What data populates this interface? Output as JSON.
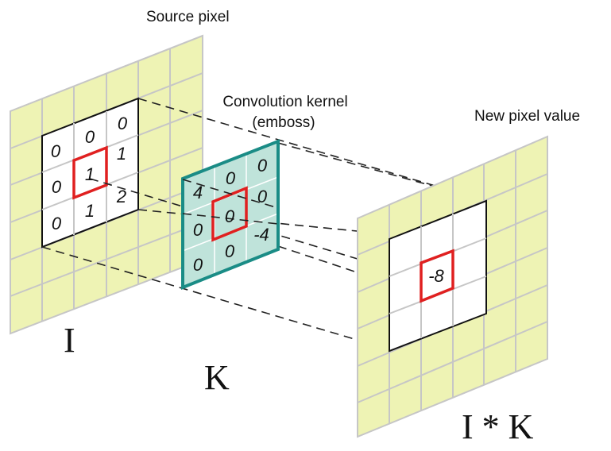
{
  "labels": {
    "source": "Source pixel",
    "kernel_line1": "Convolution kernel",
    "kernel_line2": "(emboss)",
    "new_value": "New pixel value",
    "I": "I",
    "K": "K",
    "IK": "I * K"
  },
  "source_values": [
    "0",
    "0",
    "0",
    "0",
    "1",
    "1",
    "0",
    "1",
    "2"
  ],
  "kernel_values": [
    "4",
    "0",
    "0",
    "0",
    "0",
    "0",
    "0",
    "0",
    "-4"
  ],
  "result_value": "-8",
  "colors": {
    "grid_fill": "#eef3b4",
    "grid_line": "#c9c9c9",
    "kernel_fill": "#bfe3da",
    "kernel_border": "#1a8c86",
    "highlight": "#e02020",
    "dash": "#222222"
  }
}
